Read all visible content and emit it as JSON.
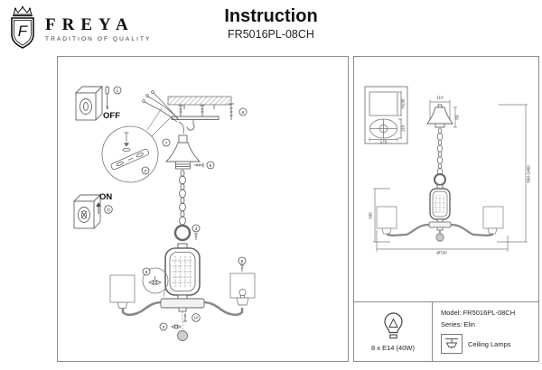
{
  "header": {
    "brand": "FREYA",
    "tagline": "TRADITION OF QUALITY",
    "title": "Instruction",
    "model": "FR5016PL-08CH"
  },
  "assembly": {
    "off_label": "OFF",
    "on_label": "ON",
    "steps": {
      "off": "1",
      "ceiling_detail": "2",
      "finial": "3",
      "ring": "4",
      "arm_detail": "5",
      "bracket": "6",
      "hook": "7",
      "canopy": "8",
      "shade": "9",
      "hub": "10",
      "on": "11"
    }
  },
  "dimensions": {
    "inset_height": "H130",
    "inset_depth": "110",
    "inset_width": "170",
    "canopy_width": "110",
    "canopy_height": "50",
    "suspension_height": "560-1460",
    "body_height": "335",
    "diameter": "Ø720"
  },
  "specs": {
    "bulb": "8 x E14 (40W)",
    "model": "Model: FR5016PL-08CH",
    "series": "Series: Elin",
    "category": "Ceiling Lamps"
  },
  "colors": {
    "line": "#666666",
    "text": "#222222"
  }
}
